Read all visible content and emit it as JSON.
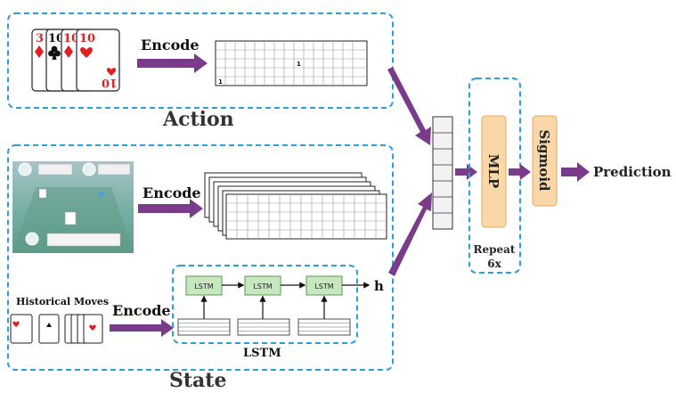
{
  "action": {
    "title": "Action",
    "encode_label": "Encode",
    "card_ranks": [
      "3",
      "10",
      "10",
      "10"
    ],
    "card_suit_colors": [
      "#e02020",
      "#111111",
      "#e02020",
      "#e02020"
    ],
    "matrix_ones": [
      "1",
      "1"
    ]
  },
  "state": {
    "title": "State",
    "encode_label": "Encode",
    "historical_label": "Historical Moves",
    "lstm_cell_label": "LSTM",
    "lstm_group_label": "LSTM",
    "hidden_label": "h"
  },
  "model": {
    "mlp_label": "MLP",
    "sigmoid_label": "Sigmoid",
    "repeat_label_line1": "Repeat",
    "repeat_label_line2": "6x",
    "prediction_label": "Prediction"
  },
  "colors": {
    "dashed_border": "#2aa0d8",
    "arrow": "#7a3b8a",
    "mlp_fill": "#fad7a8",
    "mlp_stroke": "#e4a860",
    "lstm_fill": "#c8e6c0",
    "lstm_stroke": "#5a9a50"
  }
}
